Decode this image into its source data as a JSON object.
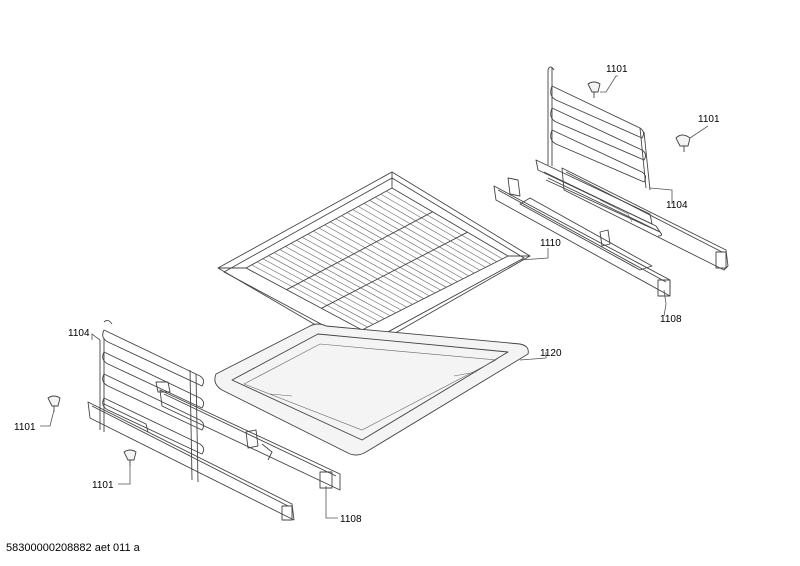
{
  "labels": {
    "p1101_top_a": "1101",
    "p1101_top_b": "1101",
    "p1104_right": "1104",
    "p1110": "1110",
    "p1108_right": "1108",
    "p1104_left": "1104",
    "p1120": "1120",
    "p1101_left_a": "1101",
    "p1101_left_b": "1101",
    "p1108_left": "1108"
  },
  "footer": "58300000208882 aet 011 a"
}
